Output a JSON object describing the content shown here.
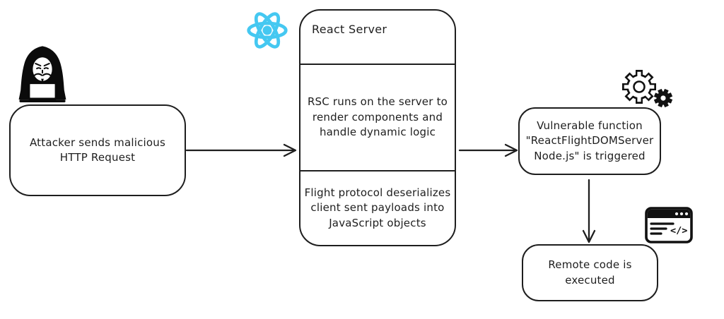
{
  "colors": {
    "stroke": "#1e1e1e",
    "react_cyan": "#45C8F1",
    "background": "#ffffff"
  },
  "nodes": {
    "attacker": {
      "label": "Attacker sends malicious\nHTTP Request",
      "icon": "hacker-icon"
    },
    "react_server": {
      "title": "React Server",
      "icon": "react-logo-icon",
      "sections": [
        {
          "text": "RSC runs on the server to\nrender components and\nhandle dynamic logic"
        },
        {
          "text": "Flight protocol deserializes\nclient sent payloads into\nJavaScript objects"
        }
      ]
    },
    "vulnerable_function": {
      "label": "Vulnerable function\n\"ReactFlightDOMServer\nNode.js\" is triggered",
      "icon": "gears-icon"
    },
    "remote_code": {
      "label": "Remote code is\nexecuted",
      "icon": "browser-code-icon"
    }
  },
  "icons": {
    "hacker": "hacker-icon",
    "react_logo": "react-logo-icon",
    "gears": "gears-icon",
    "browser_code": "browser-code-icon",
    "browser_code_glyph": "</>"
  },
  "edges": [
    {
      "from": "attacker",
      "to": "react_server",
      "direction": "right"
    },
    {
      "from": "react_server",
      "to": "vulnerable_function",
      "direction": "right"
    },
    {
      "from": "vulnerable_function",
      "to": "remote_code",
      "direction": "down"
    }
  ]
}
